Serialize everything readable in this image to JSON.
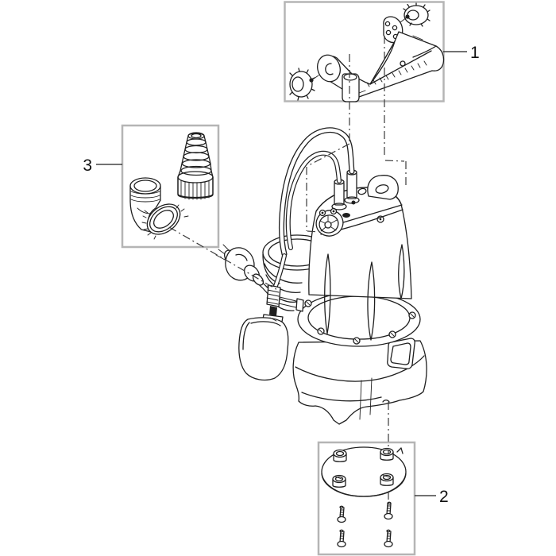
{
  "page": {
    "background_color": "#ffffff"
  },
  "diagram": {
    "subject": "submersible-pump-exploded-parts-diagram",
    "line_color": "#1f1f1f",
    "callout_box_border_color": "#b5b5b5",
    "callouts": [
      {
        "label": "1",
        "name": "handle-assembly-with-star-knobs"
      },
      {
        "label": "2",
        "name": "base-plate-with-screws"
      },
      {
        "label": "3",
        "name": "hose-elbow-and-stepped-adapter"
      }
    ]
  }
}
